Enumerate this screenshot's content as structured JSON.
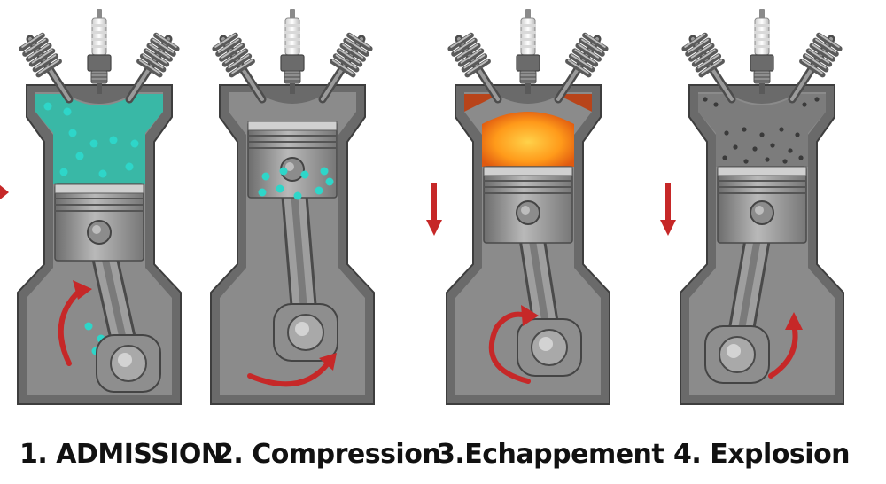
{
  "strokes": [
    {
      "label": "1. ADMISSION",
      "gas": "fresh",
      "arrow": "right",
      "rotation": "cw-left"
    },
    {
      "label": "2. Compression",
      "gas": "fresh",
      "arrow": "none",
      "rotation": "bottom"
    },
    {
      "label": "3.Echappement",
      "gas": "fire",
      "arrow": "down",
      "rotation": "cw-left"
    },
    {
      "label": "4. Explosion",
      "gas": "exhaust",
      "arrow": "down",
      "rotation": "ccw-right"
    }
  ],
  "colors": {
    "engine_block": "#6a6a6a",
    "engine_inner": "#8e8e8e",
    "fresh_charge": "#39b8a6",
    "droplet": "#2ed6c9",
    "fire": "#ff9a1a",
    "exhaust_dot": "#3a3a3a",
    "arrow": "#c62828"
  },
  "icons": [
    "spark-plug-icon",
    "valve-icon",
    "piston-icon",
    "connecting-rod-icon",
    "crankshaft-icon",
    "direction-arrow-icon",
    "rotation-arrow-icon"
  ]
}
